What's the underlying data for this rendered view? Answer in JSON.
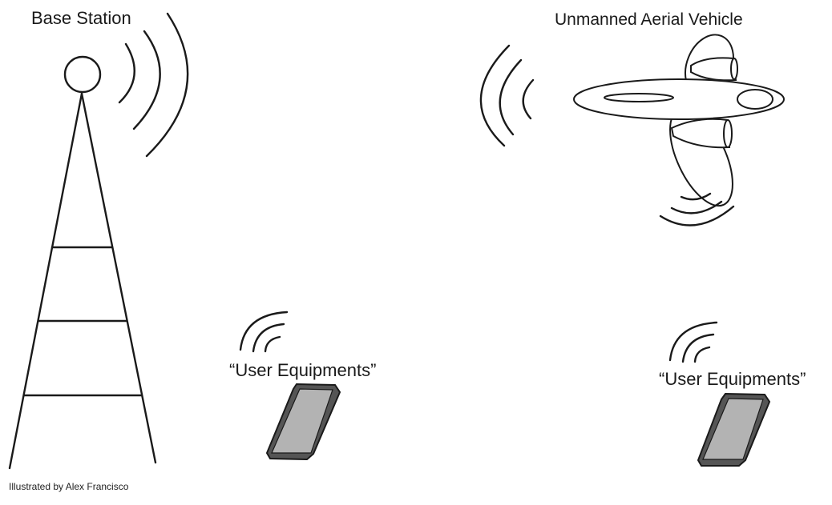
{
  "labels": {
    "base_station": "Base Station",
    "uav": "Unmanned Aerial Vehicle",
    "user_equipment_1": "“User Equipments”",
    "user_equipment_2": "“User Equipments”",
    "credit": "Illustrated by Alex Francisco"
  },
  "icons": {
    "tower": "base-station-tower-icon",
    "uav": "uav-icon",
    "phone": "phone-icon",
    "signal": "signal-waves-icon"
  },
  "colors": {
    "line": "#1a1a1a",
    "phone_screen": "#b3b3b3",
    "phone_bezel": "#555555",
    "background": "#ffffff"
  }
}
